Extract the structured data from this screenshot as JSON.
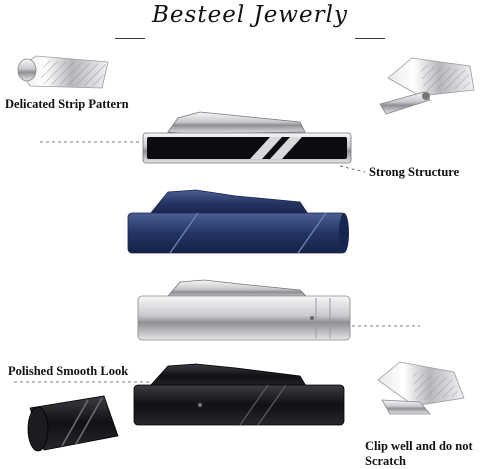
{
  "title": "Besteel Jewerly",
  "labels": {
    "strip_pattern": "Delicated Strip Pattern",
    "strong_structure": "Strong Structure",
    "polished": "Polished Smooth Look",
    "clip_line1": "Clip well and do not",
    "clip_line2": "Scratch"
  },
  "products": [
    {
      "name": "black-silver-tie-clip",
      "color": "#0c0c10",
      "accent": "#d9d9dc"
    },
    {
      "name": "navy-blue-tie-clip",
      "color": "#24335f",
      "accent": "#3e5790"
    },
    {
      "name": "silver-tie-clip",
      "color": "#e3e3e6",
      "accent": "#a9a9ae"
    },
    {
      "name": "black-tie-clip",
      "color": "#141417",
      "accent": "#3a3a40"
    }
  ]
}
